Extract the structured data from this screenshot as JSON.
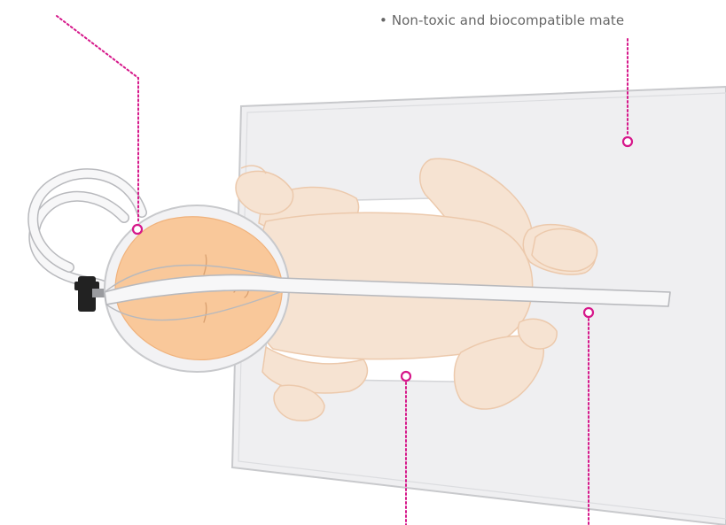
{
  "caption": {
    "bullet_text": "• Non-toxic and biocompatible mate"
  },
  "colors": {
    "callout": "#d6178a",
    "skin_body": "#f6e3d2",
    "skin_outline": "#ecc9ac",
    "skin_face": "#f9c89a",
    "sheet_fill": "#efeff1",
    "sheet_outline": "#c8c9cc",
    "strap_fill": "#f7f7f8",
    "strap_outline": "#b8b9bd",
    "clip": "#222222"
  },
  "callouts": [
    {
      "id": "head-harness"
    },
    {
      "id": "sheet"
    },
    {
      "id": "pad"
    },
    {
      "id": "strap"
    }
  ]
}
